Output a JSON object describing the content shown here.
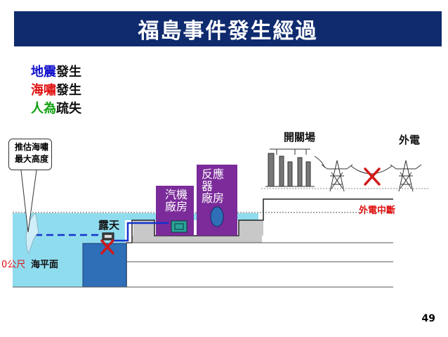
{
  "title": "福島事件發生經過",
  "causes": [
    {
      "key": "地震",
      "suffix": "發生",
      "color": "#1010cc"
    },
    {
      "key": "海嘯",
      "suffix": "發生",
      "color": "#e01010"
    },
    {
      "key": "人為",
      "suffix": "疏失",
      "color": "#10a010"
    }
  ],
  "labels": {
    "tsunami_estimate_line1": "推估海嘯",
    "tsunami_estimate_line2": "最大高度",
    "switchyard": "開關場",
    "offsite_power": "外電",
    "offsite_power_cut": "外電中斷",
    "outdoor": "露天",
    "turbine_building_line1": "汽機",
    "turbine_building_line2": "廠房",
    "reactor_building_line1": "反應",
    "reactor_building_line2": "器",
    "reactor_building_line3": "廠房",
    "zero_meter": "0公尺",
    "sea_level": "海平面",
    "page_number": "49"
  },
  "colors": {
    "title_bg": "#0f2b6e",
    "sea": "#8fdcef",
    "building": "#7b2b9a",
    "ground": "#c8c8c8",
    "pit": "#2e6fb8",
    "cross": "#d01818"
  }
}
